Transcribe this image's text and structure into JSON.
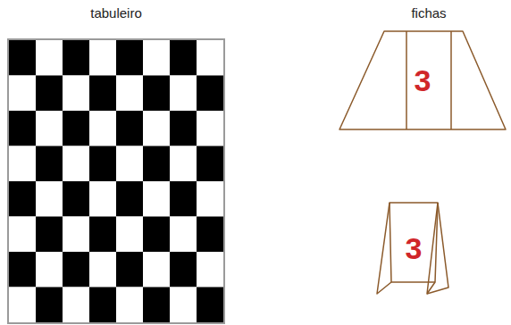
{
  "diagram": {
    "nodes": [
      {
        "text": [
          "3"
        ]
      },
      {
        "text": [
          "3"
        ]
      }
    ],
    "labels": [
      "tabuleiro",
      "fichas"
    ]
  }
}
